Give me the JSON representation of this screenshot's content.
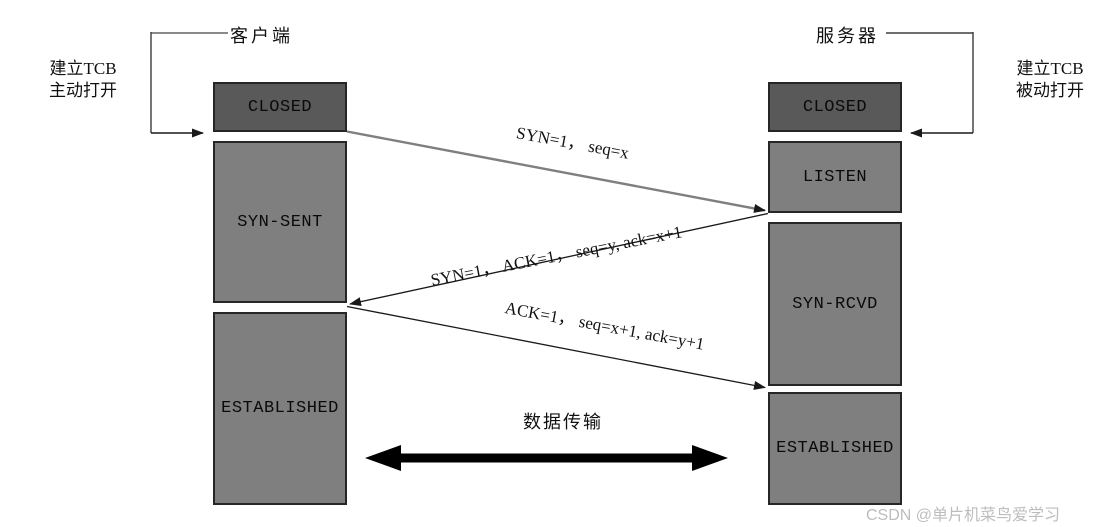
{
  "header": {
    "client_label": "客户端",
    "server_label": "服务器"
  },
  "notes": {
    "client_line1": "建立TCB",
    "client_line2": "主动打开",
    "server_line1": "建立TCB",
    "server_line2": "被动打开"
  },
  "client_states": [
    {
      "id": "closed",
      "label": "CLOSED"
    },
    {
      "id": "syn-sent",
      "label": "SYN-SENT"
    },
    {
      "id": "established",
      "label": "ESTABLISHED"
    }
  ],
  "server_states": [
    {
      "id": "closed",
      "label": "CLOSED"
    },
    {
      "id": "listen",
      "label": "LISTEN"
    },
    {
      "id": "syn-rcvd",
      "label": "SYN-RCVD"
    },
    {
      "id": "established",
      "label": "ESTABLISHED"
    }
  ],
  "messages": [
    {
      "label": "SYN=1， seq=x",
      "direction": "client-to-server"
    },
    {
      "label": "SYN=1， ACK=1， seq=y, ack=x+1",
      "direction": "server-to-client"
    },
    {
      "label": "ACK=1， seq=x+1, ack=y+1",
      "direction": "client-to-server"
    }
  ],
  "data_transfer": {
    "label": "数据传输"
  },
  "watermark": "CSDN @单片机菜鸟爱学习",
  "colors": {
    "closed_box": "#595959",
    "state_box": "#7f7f7f",
    "box_border": "#262626",
    "arrow_dark": "#1a1a1a",
    "arrow_gray": "#7f7f7f",
    "watermark": "#bdbdbd"
  }
}
